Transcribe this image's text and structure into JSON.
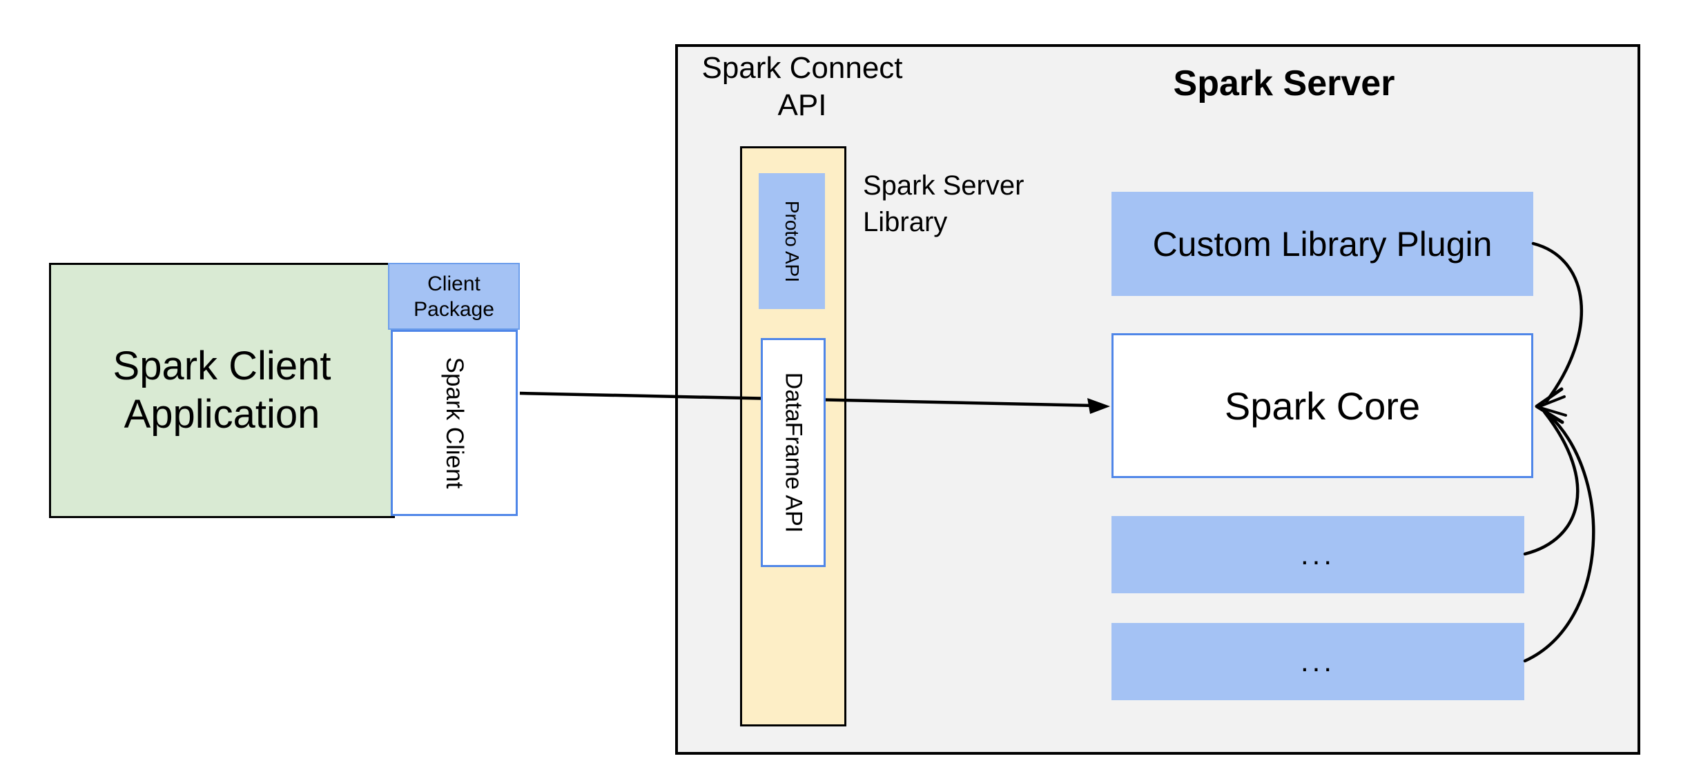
{
  "colors": {
    "green_fill": "#d9ead3",
    "blue_fill": "#a4c2f4",
    "blue_border": "#4f86e8",
    "blue_border_soft": "#6d9eeb",
    "yellow_fill": "#fdeec6",
    "gray_fill": "#f2f2f2",
    "outline": "#000000",
    "text": "#000000",
    "canvas_bg": "#ffffff"
  },
  "client_app": {
    "line1": "Spark Client",
    "line2": "Application"
  },
  "client_package": {
    "line1": "Client",
    "line2": "Package"
  },
  "spark_client_box": {
    "label": "Spark Client"
  },
  "spark_connect": {
    "line1": "Spark Connect",
    "line2": "API"
  },
  "spark_server": {
    "title": "Spark Server"
  },
  "server_library": {
    "line1": "Spark Server",
    "line2": "Library"
  },
  "proto_api": {
    "label": "Proto API"
  },
  "dataframe_api": {
    "label": "DataFrame API"
  },
  "custom_library_plugin": {
    "label": "Custom Library Plugin"
  },
  "spark_core": {
    "label": "Spark Core"
  },
  "plugin_slots": {
    "slot1": "...",
    "slot2": "..."
  }
}
